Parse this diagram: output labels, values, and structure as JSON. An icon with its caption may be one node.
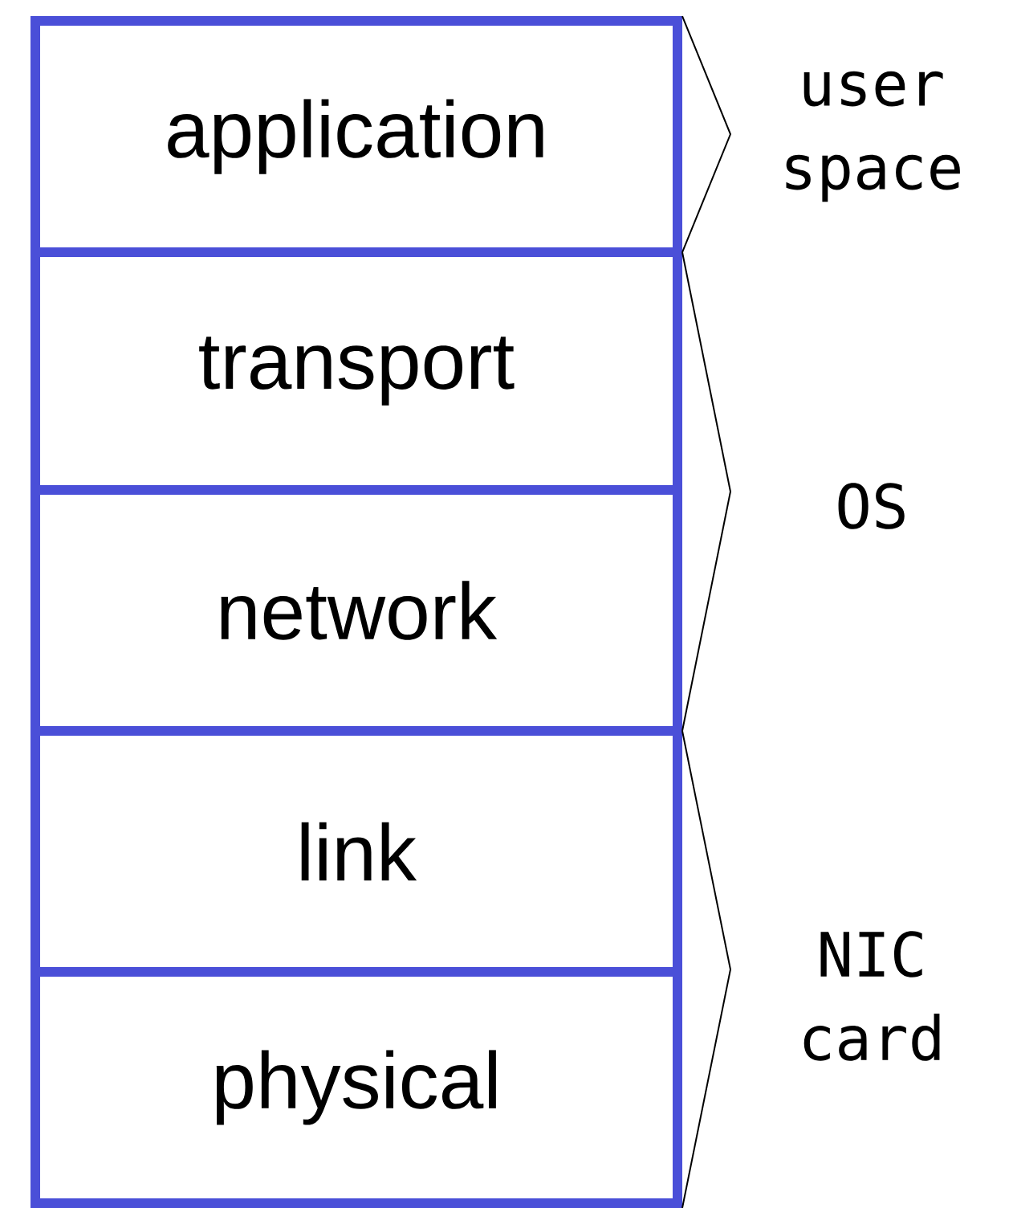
{
  "diagram": {
    "nodes": [
      {
        "text": [
          "application"
        ]
      },
      {
        "text": [
          "transport"
        ]
      },
      {
        "text": [
          "network"
        ]
      },
      {
        "text": [
          "link"
        ]
      },
      {
        "text": [
          "physical"
        ]
      }
    ],
    "labels": [
      "user space",
      "OS",
      "NIC card"
    ]
  }
}
